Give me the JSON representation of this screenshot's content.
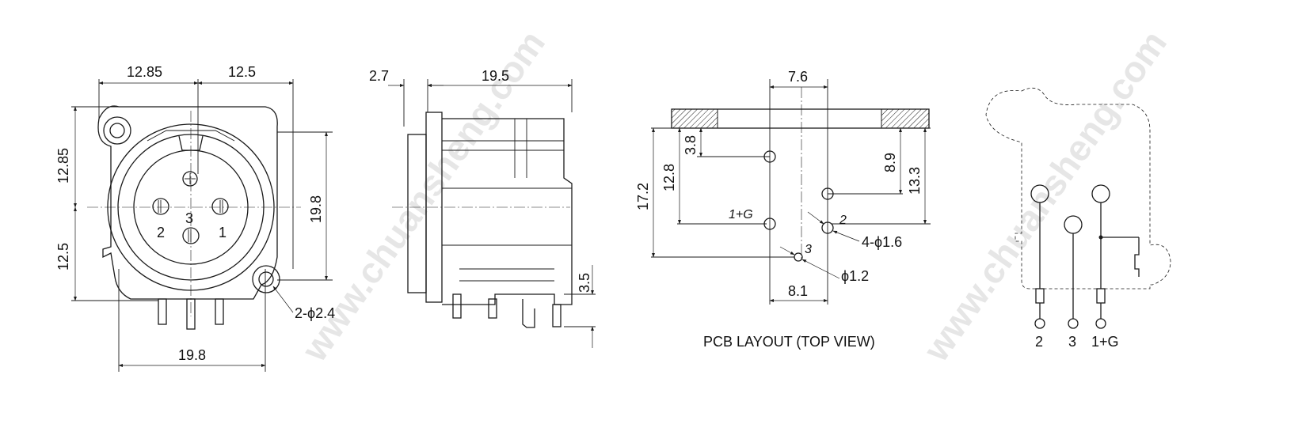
{
  "front_view": {
    "dims": {
      "top_left": "12.85",
      "top_right": "12.5",
      "left_upper": "12.85",
      "left_lower": "12.5",
      "right_height": "19.8",
      "bottom_width": "19.8",
      "hole": "2-ϕ2.4"
    },
    "pins": {
      "p1": "1",
      "p2": "2",
      "p3": "3"
    }
  },
  "side_view": {
    "dims": {
      "flange": "2.7",
      "body": "19.5",
      "pin": "3.5"
    }
  },
  "pcb_layout": {
    "title": "PCB LAYOUT (TOP VIEW)",
    "dims": {
      "top": "7.6",
      "d38": "3.8",
      "d128": "12.8",
      "d172": "17.2",
      "d89": "8.9",
      "d133": "13.3",
      "d81": "8.1",
      "holes4": "4-ϕ1.6",
      "hole1": "ϕ1.2"
    },
    "labels": {
      "g": "1+G",
      "two": "2",
      "three": "3"
    }
  },
  "schematic": {
    "pins": [
      "2",
      "3",
      "1+G"
    ]
  },
  "watermark": "www.chuansheng.com"
}
